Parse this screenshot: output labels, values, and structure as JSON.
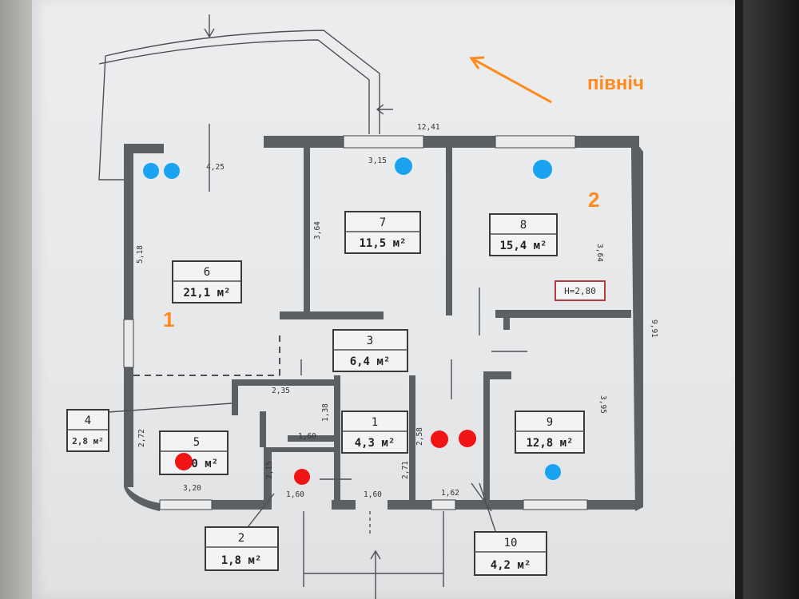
{
  "north_label": "північ",
  "zones": {
    "zone1": "1",
    "zone2": "2"
  },
  "ceiling_height": "H=2,80",
  "rooms": [
    {
      "number": "1",
      "area": "4,3 м²"
    },
    {
      "number": "2",
      "area": "1,8 м²"
    },
    {
      "number": "3",
      "area": "6,4 м²"
    },
    {
      "number": "4",
      "area": "2,8 м²"
    },
    {
      "number": "5",
      "area": "…0 м²"
    },
    {
      "number": "6",
      "area": "21,1 м²"
    },
    {
      "number": "7",
      "area": "11,5 м²"
    },
    {
      "number": "8",
      "area": "15,4 м²"
    },
    {
      "number": "9",
      "area": "12,8 м²"
    },
    {
      "number": "10",
      "area": "4,2 м²"
    }
  ],
  "dimensions": {
    "top_total": "12,41",
    "left_top": "4,25",
    "room7_width": "3,15",
    "room7_height": "3,64",
    "room8_height": "3,64",
    "room6_height": "5,18",
    "right_total": "9,91",
    "room9_height": "3,95",
    "hall_width": "2,35",
    "bath_width": "1,60",
    "bath_height": "1,38",
    "room5_height": "2,72",
    "room5_width": "3,20",
    "room2_height": "2,15",
    "room2_width": "1,60",
    "entry_width": "1,60",
    "room1_height": "2,71",
    "room10_height": "2,58",
    "room10_width": "1,62"
  },
  "colors": {
    "blue_marker": "#1aa3f0",
    "red_marker": "#f01414",
    "annotation": "#ff8a1e"
  }
}
